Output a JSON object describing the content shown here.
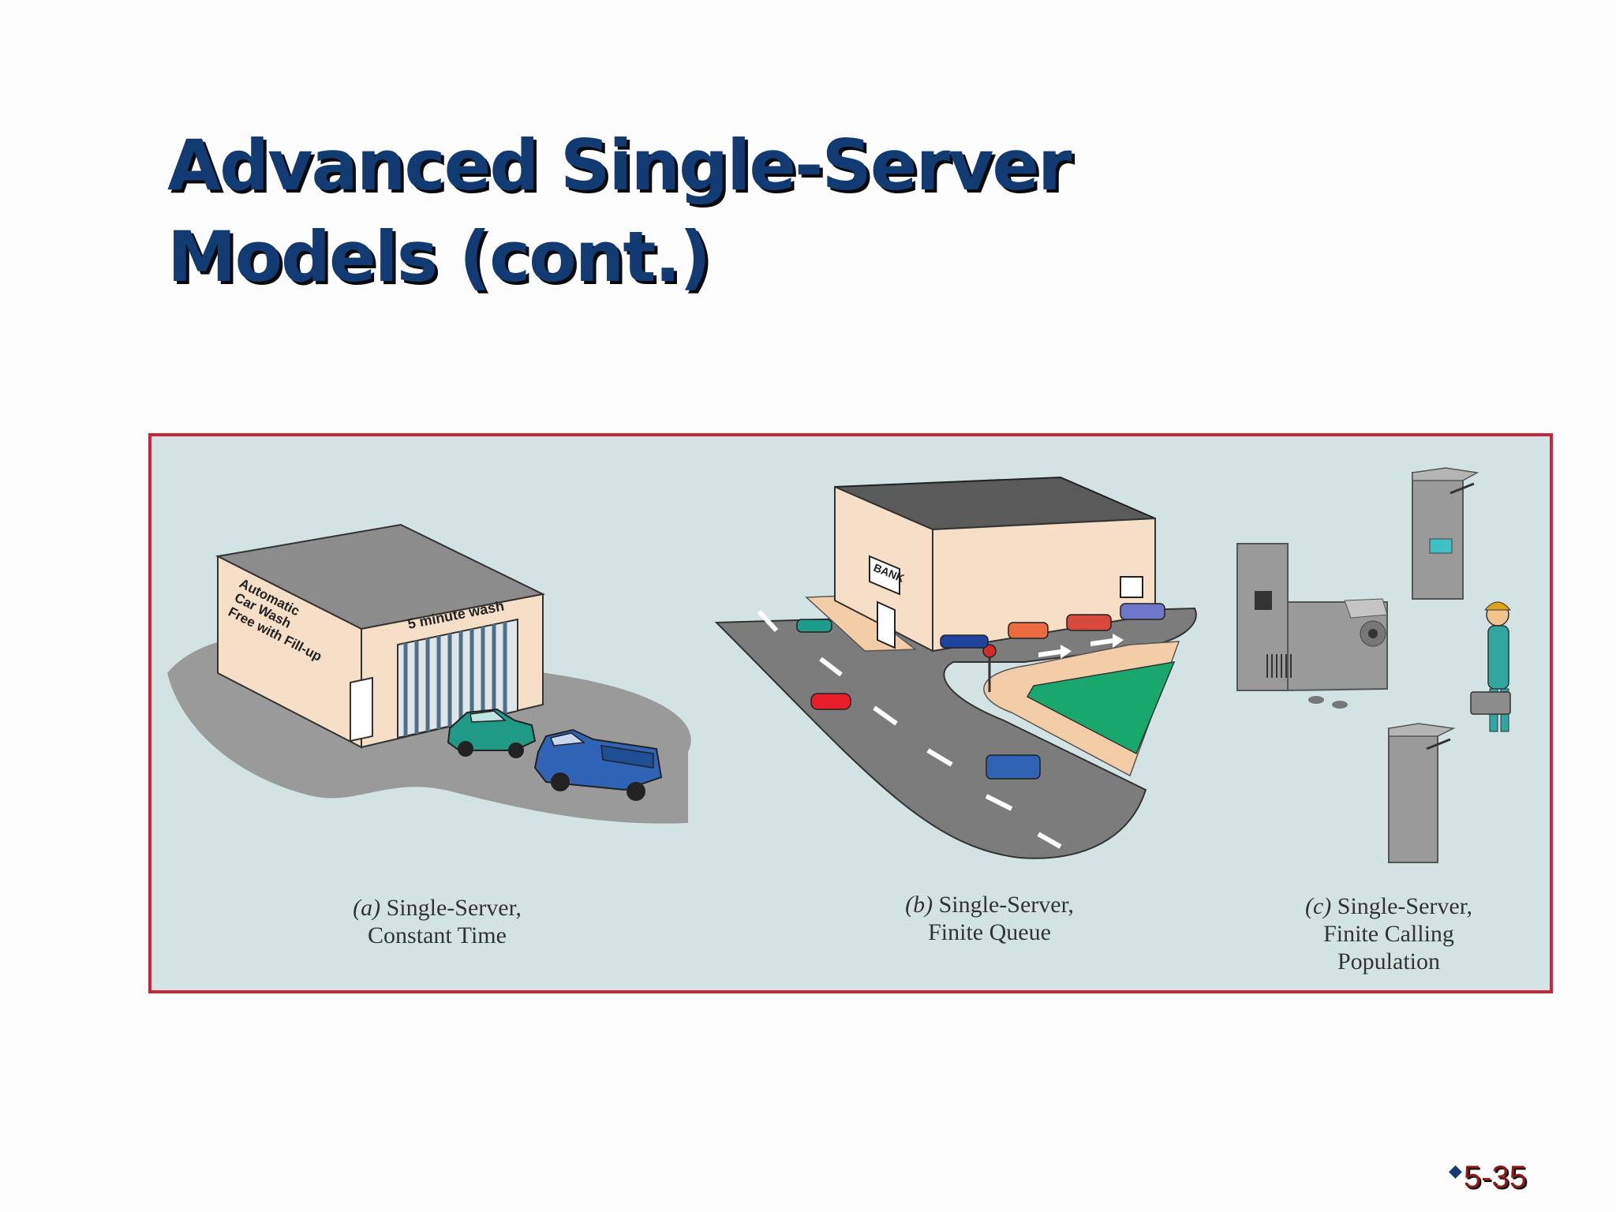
{
  "slide": {
    "title_line1": "Advanced Single-Server",
    "title_line2": "Models (cont.)",
    "page_number": "5-35"
  },
  "figure": {
    "panel_a": {
      "sign_text_1": "Automatic",
      "sign_text_2": "Car Wash",
      "sign_text_3": "Free with Fill-up",
      "door_sign": "5 minute wash",
      "caption_letter": "(a)",
      "caption_line1": "Single-Server,",
      "caption_line2": "Constant Time"
    },
    "panel_b": {
      "building_sign": "BANK",
      "caption_letter": "(b)",
      "caption_line1": "Single-Server,",
      "caption_line2": "Finite Queue"
    },
    "panel_c": {
      "caption_letter": "(c)",
      "caption_line1": "Single-Server,",
      "caption_line2": "Finite Calling",
      "caption_line3": "Population"
    }
  },
  "colors": {
    "title": "#123a73",
    "frame_border": "#c8243a",
    "frame_background": "#d3e3e4",
    "page_number": "#8b1a1a"
  }
}
